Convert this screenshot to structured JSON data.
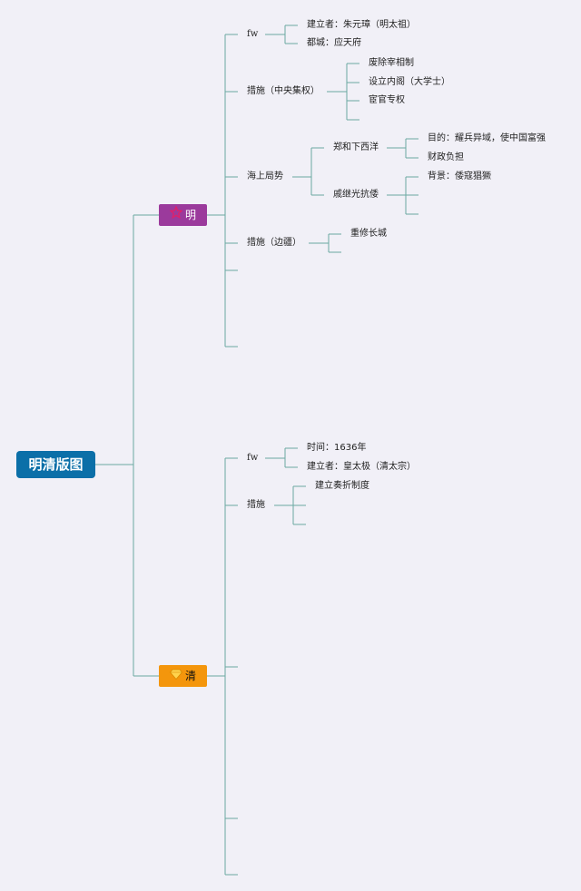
{
  "root": {
    "label": "明清版图"
  },
  "ming": {
    "label": "明",
    "icon": "star-icon",
    "fw": {
      "label": "fw",
      "items": [
        "建立者：朱元璋（明太祖）",
        "都城：应天府"
      ]
    },
    "central": {
      "label": "措施（中央集权）",
      "items": [
        "废除宰相制",
        "设立内阁（大学士）",
        "宦官专权"
      ]
    },
    "sea": {
      "label": "海上局势",
      "zheng": {
        "label": "郑和下西洋",
        "items": [
          "目的：耀兵异域，使中国富强",
          "财政负担"
        ]
      },
      "qi": {
        "label": "戚继光抗倭",
        "items": [
          "背景：倭寇猖獗"
        ]
      }
    },
    "border": {
      "label": "措施（边疆）",
      "items": [
        "重修长城"
      ]
    }
  },
  "qing": {
    "label": "清",
    "icon": "diamond-icon",
    "fw": {
      "label": "fw",
      "items": [
        "时间：1636年",
        "建立者：皇太极（清太宗）"
      ]
    },
    "measures": {
      "label": "措施",
      "items": [
        "建立奏折制度"
      ]
    }
  },
  "colors": {
    "background": "#f1f0f7",
    "root": "#0b6fa8",
    "ming": "#9b3a9c",
    "qing": "#f4960c",
    "line": "#6aa9a2"
  }
}
